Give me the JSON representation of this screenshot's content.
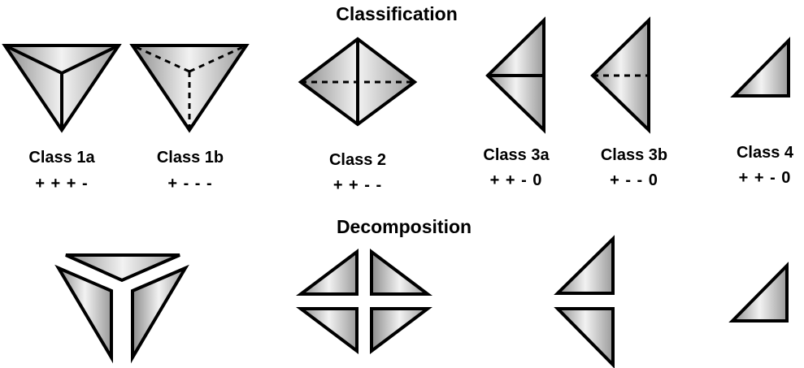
{
  "headings": {
    "classification": "Classification",
    "decomposition": "Decomposition"
  },
  "classes": [
    {
      "name": "Class 1a",
      "signs": "+ + + -"
    },
    {
      "name": "Class 1b",
      "signs": "+ - - -"
    },
    {
      "name": "Class 2",
      "signs": "+ + - -"
    },
    {
      "name": "Class 3a",
      "signs": "+ + - 0"
    },
    {
      "name": "Class 3b",
      "signs": "+ - - 0"
    },
    {
      "name": "Class 4",
      "signs": "+ + - 0"
    }
  ],
  "colors": {
    "shape_light": "#f2f2f2",
    "shape_dark": "#8c8c8c",
    "stroke": "#000000"
  }
}
